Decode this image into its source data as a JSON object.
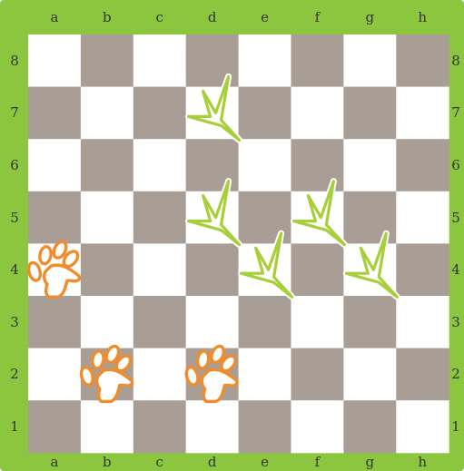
{
  "board": {
    "files": [
      "a",
      "b",
      "c",
      "d",
      "e",
      "f",
      "g",
      "h"
    ],
    "ranks": [
      "1",
      "2",
      "3",
      "4",
      "5",
      "6",
      "7",
      "8"
    ],
    "colors": {
      "frame": "#8cc63f",
      "light_square": "#ffffff",
      "dark_square": "#a89e96",
      "coordinate_text": "#333333"
    }
  },
  "pieces": [
    {
      "type": "bird-track",
      "color": "#a6cf3a",
      "square": "d7"
    },
    {
      "type": "bird-track",
      "color": "#a6cf3a",
      "square": "d5"
    },
    {
      "type": "bird-track",
      "color": "#a6cf3a",
      "square": "f5"
    },
    {
      "type": "bird-track",
      "color": "#a6cf3a",
      "square": "e4"
    },
    {
      "type": "bird-track",
      "color": "#a6cf3a",
      "square": "g4"
    },
    {
      "type": "paw-print",
      "color": "#f08c2c",
      "square": "a4"
    },
    {
      "type": "paw-print",
      "color": "#f08c2c",
      "square": "b2"
    },
    {
      "type": "paw-print",
      "color": "#f08c2c",
      "square": "d2"
    }
  ]
}
